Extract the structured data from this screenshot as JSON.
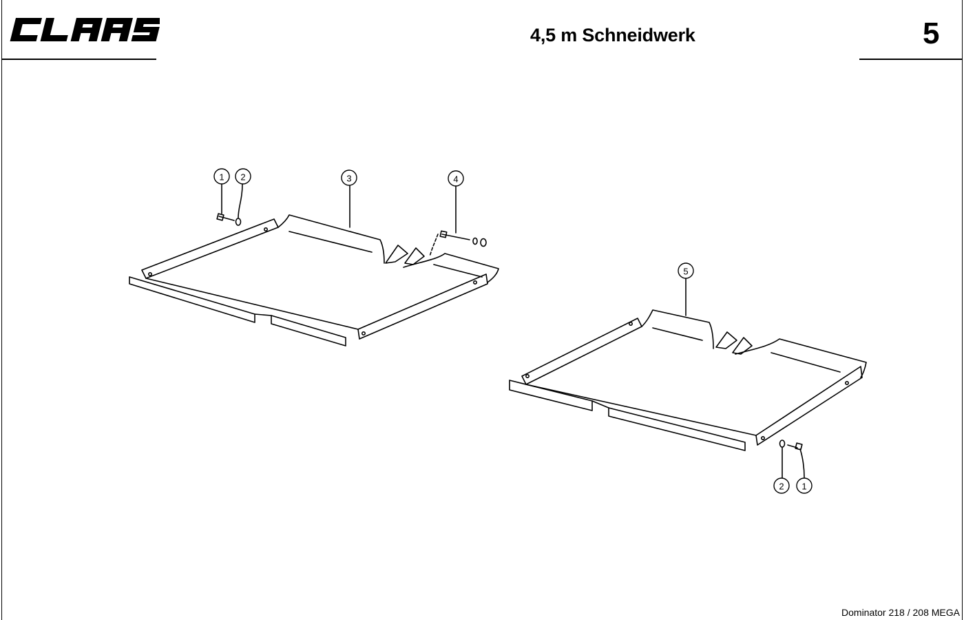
{
  "header": {
    "brand": "CLAAS",
    "title": "4,5 m Schneidwerk",
    "page_number": "5"
  },
  "footer": {
    "model": "Dominator 218 / 208 MEGA"
  },
  "callouts": {
    "c1a": "1",
    "c2a": "2",
    "c3": "3",
    "c4": "4",
    "c5": "5",
    "c2b": "2",
    "c1b": "1"
  },
  "colors": {
    "ink": "#000000",
    "paper": "#ffffff"
  }
}
